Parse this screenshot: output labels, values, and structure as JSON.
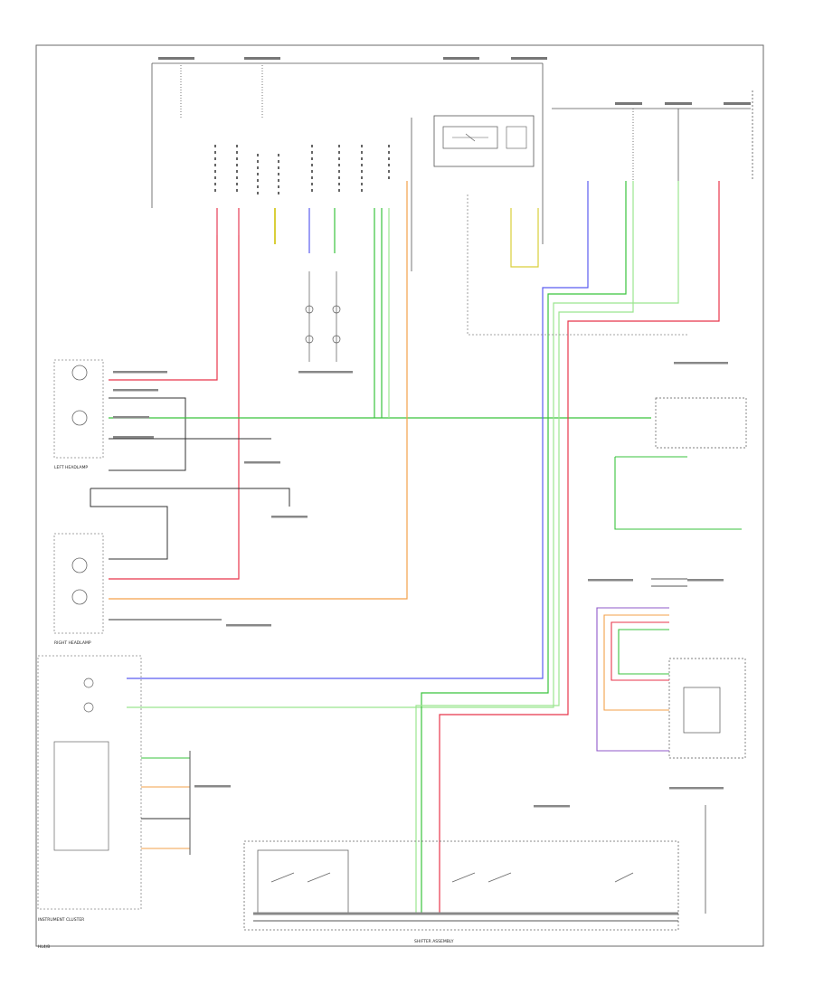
{
  "colors": {
    "red": "#e8354b",
    "pink": "#f08a9a",
    "green": "#39c33c",
    "light_green": "#9be58f",
    "blue": "#5a5cf0",
    "orange": "#f3a14a",
    "yellow": "#d9cf3a",
    "violet": "#8f58c9",
    "black_wire": "#333333",
    "border": "#6a6a6a"
  },
  "labels": {
    "left_headlamp": "LEFT HEADLAMP",
    "right_headlamp": "RIGHT HEADLAMP",
    "instrument_cluster": "INSTRUMENT CLUSTER",
    "shifter_assembly": "SHIFTER ASSEMBLY",
    "footer_code": "HL4/8"
  },
  "icons": [
    "headlamp-bulb-icon",
    "switch-icon",
    "relay-icon",
    "ground-icon",
    "connector-icon"
  ]
}
